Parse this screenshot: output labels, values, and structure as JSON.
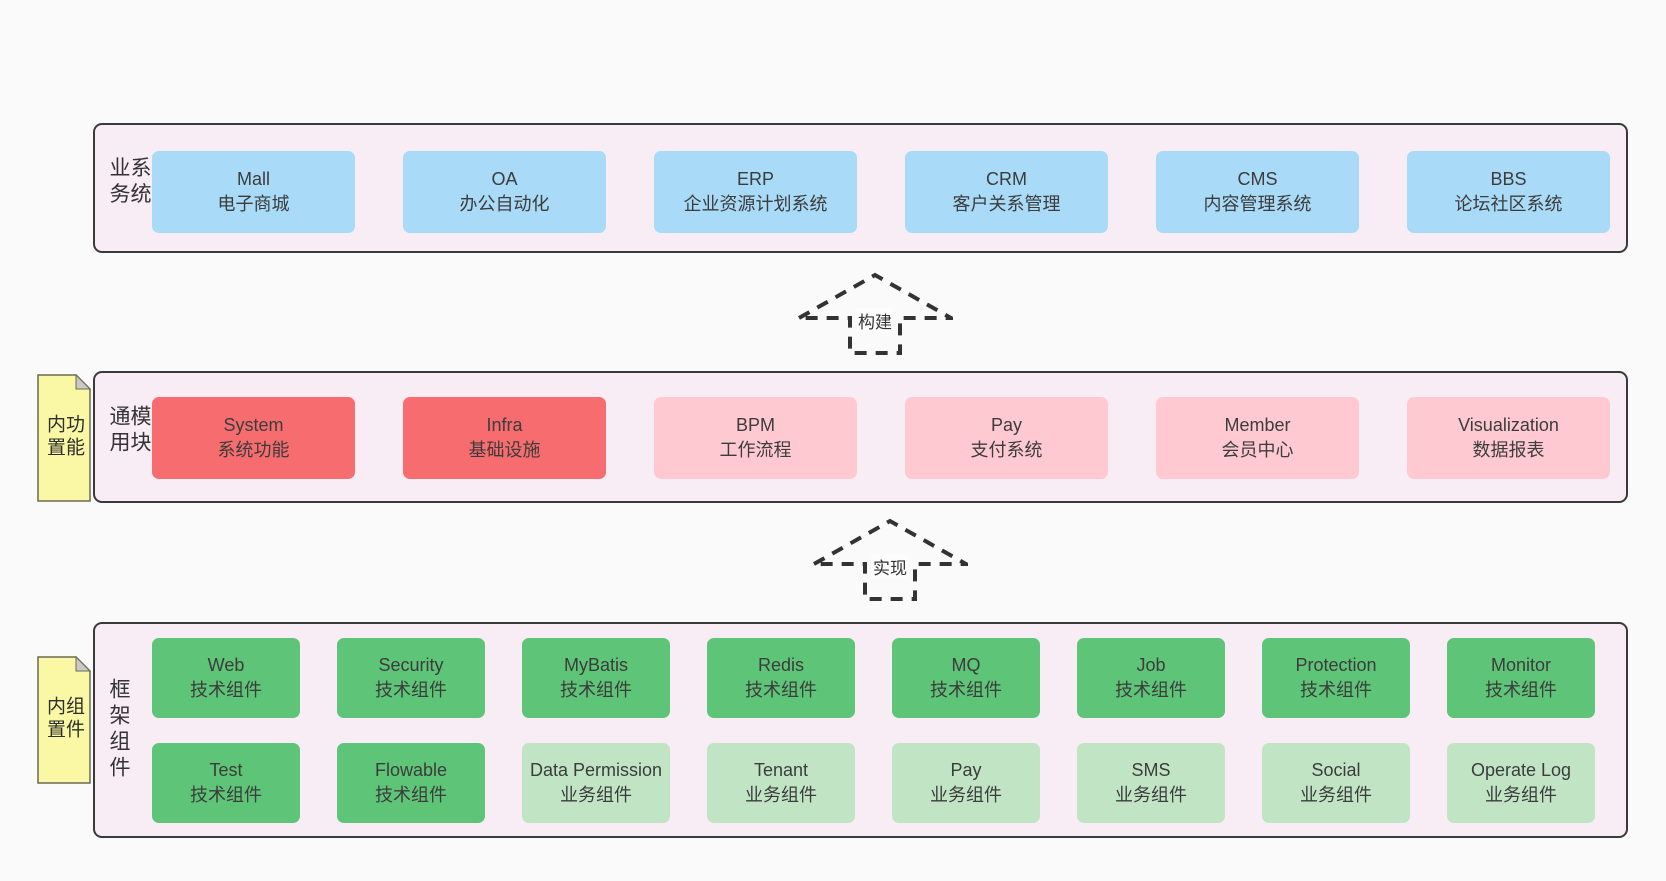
{
  "colors": {
    "page_background": "#fafafa",
    "panel_background": "#f8ecf5",
    "panel_border": "#3a3a3a",
    "box_blue": "#a9daf7",
    "box_red": "#f76c6f",
    "box_pink": "#ffc9d2",
    "box_green": "#5ec478",
    "box_light_green": "#c1e4c5",
    "sticky_yellow": "#faf8a5",
    "sticky_fold": "#c9c9c9",
    "arrow_dash": "#333333"
  },
  "arrows": [
    {
      "label": "构建"
    },
    {
      "label": "实现"
    }
  ],
  "panels": {
    "business": {
      "title": "业务系统",
      "boxes": [
        {
          "title": "Mall",
          "subtitle": "电子商城"
        },
        {
          "title": "OA",
          "subtitle": "办公自动化"
        },
        {
          "title": "ERP",
          "subtitle": "企业资源计划系统"
        },
        {
          "title": "CRM",
          "subtitle": "客户关系管理"
        },
        {
          "title": "CMS",
          "subtitle": "内容管理系统"
        },
        {
          "title": "BBS",
          "subtitle": "论坛社区系统"
        }
      ]
    },
    "modules": {
      "title": "通用模块",
      "sticky": "内置功能",
      "boxes": [
        {
          "title": "System",
          "subtitle": "系统功能"
        },
        {
          "title": "Infra",
          "subtitle": "基础设施"
        },
        {
          "title": "BPM",
          "subtitle": "工作流程"
        },
        {
          "title": "Pay",
          "subtitle": "支付系统"
        },
        {
          "title": "Member",
          "subtitle": "会员中心"
        },
        {
          "title": "Visualization",
          "subtitle": "数据报表"
        }
      ]
    },
    "framework": {
      "title": "框架组件",
      "sticky": "内置组件",
      "row1": [
        {
          "title": "Web",
          "subtitle": "技术组件"
        },
        {
          "title": "Security",
          "subtitle": "技术组件"
        },
        {
          "title": "MyBatis",
          "subtitle": "技术组件"
        },
        {
          "title": "Redis",
          "subtitle": "技术组件"
        },
        {
          "title": "MQ",
          "subtitle": "技术组件"
        },
        {
          "title": "Job",
          "subtitle": "技术组件"
        },
        {
          "title": "Protection",
          "subtitle": "技术组件"
        },
        {
          "title": "Monitor",
          "subtitle": "技术组件"
        }
      ],
      "row2": [
        {
          "title": "Test",
          "subtitle": "技术组件"
        },
        {
          "title": "Flowable",
          "subtitle": "技术组件"
        },
        {
          "title": "Data Permission",
          "subtitle": "业务组件"
        },
        {
          "title": "Tenant",
          "subtitle": "业务组件"
        },
        {
          "title": "Pay",
          "subtitle": "业务组件"
        },
        {
          "title": "SMS",
          "subtitle": "业务组件"
        },
        {
          "title": "Social",
          "subtitle": "业务组件"
        },
        {
          "title": "Operate Log",
          "subtitle": "业务组件"
        }
      ]
    }
  }
}
